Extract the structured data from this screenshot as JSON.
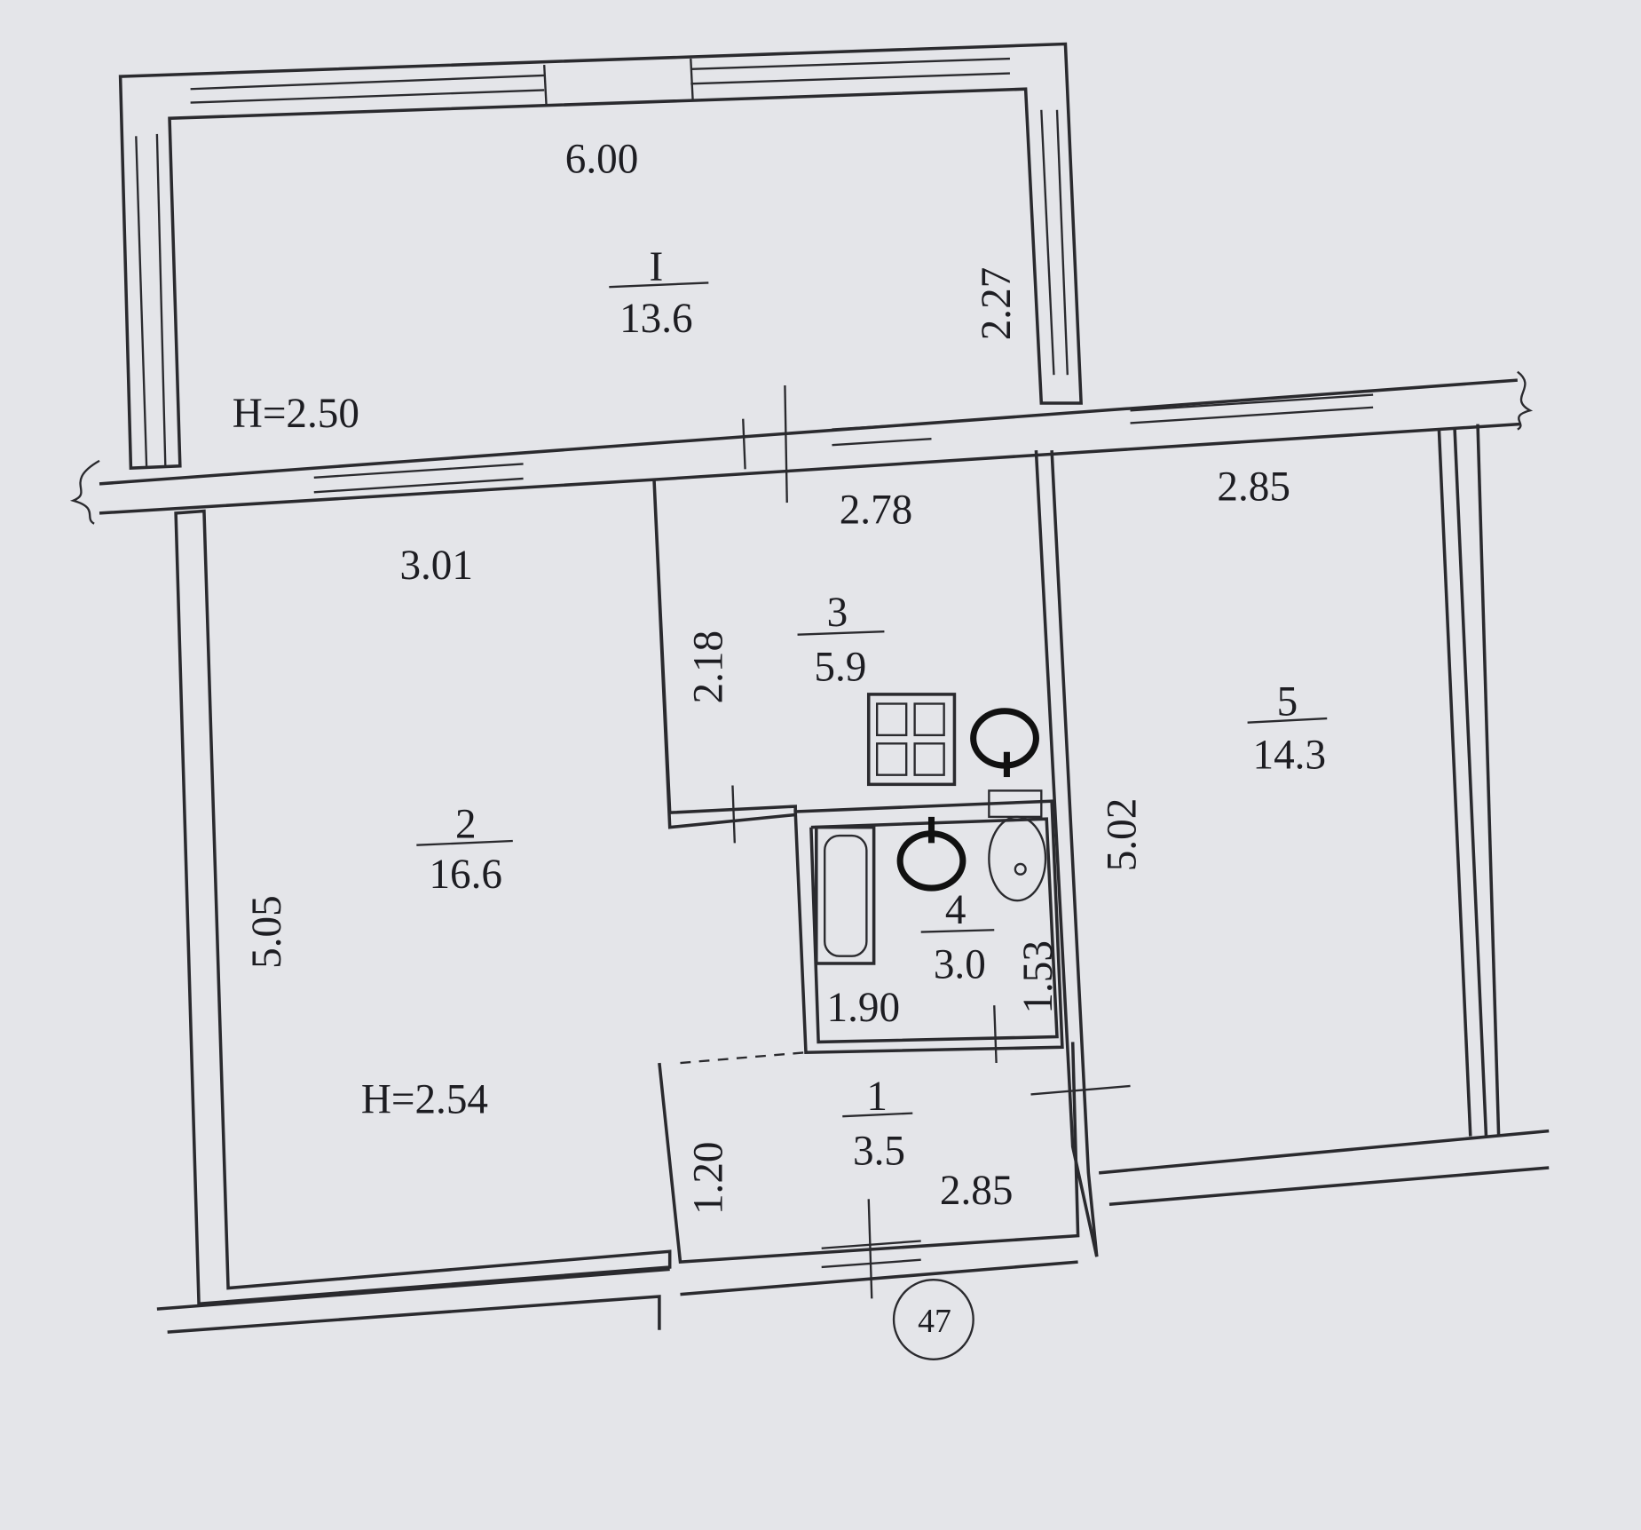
{
  "rooms": [
    {
      "id": "I",
      "number": "I",
      "area": "13.6"
    },
    {
      "id": "2",
      "number": "2",
      "area": "16.6"
    },
    {
      "id": "3",
      "number": "3",
      "area": "5.9"
    },
    {
      "id": "4",
      "number": "4",
      "area": "3.0"
    },
    {
      "id": "5",
      "number": "5",
      "area": "14.3"
    },
    {
      "id": "1",
      "number": "1",
      "area": "3.5"
    }
  ],
  "dimensions": {
    "balcony_width": "6.00",
    "balcony_depth": "2.27",
    "room2_width": "3.01",
    "room2_length": "5.05",
    "room3_width": "2.78",
    "room3_depth": "2.18",
    "room5_width": "2.85",
    "room5_length": "5.02",
    "bath_width": "1.90",
    "bath_depth": "1.53",
    "hall_depth": "1.20",
    "hall_width": "2.85"
  },
  "heights": {
    "balcony": "H=2.50",
    "apartment": "H=2.54"
  },
  "apartment_number": "47"
}
